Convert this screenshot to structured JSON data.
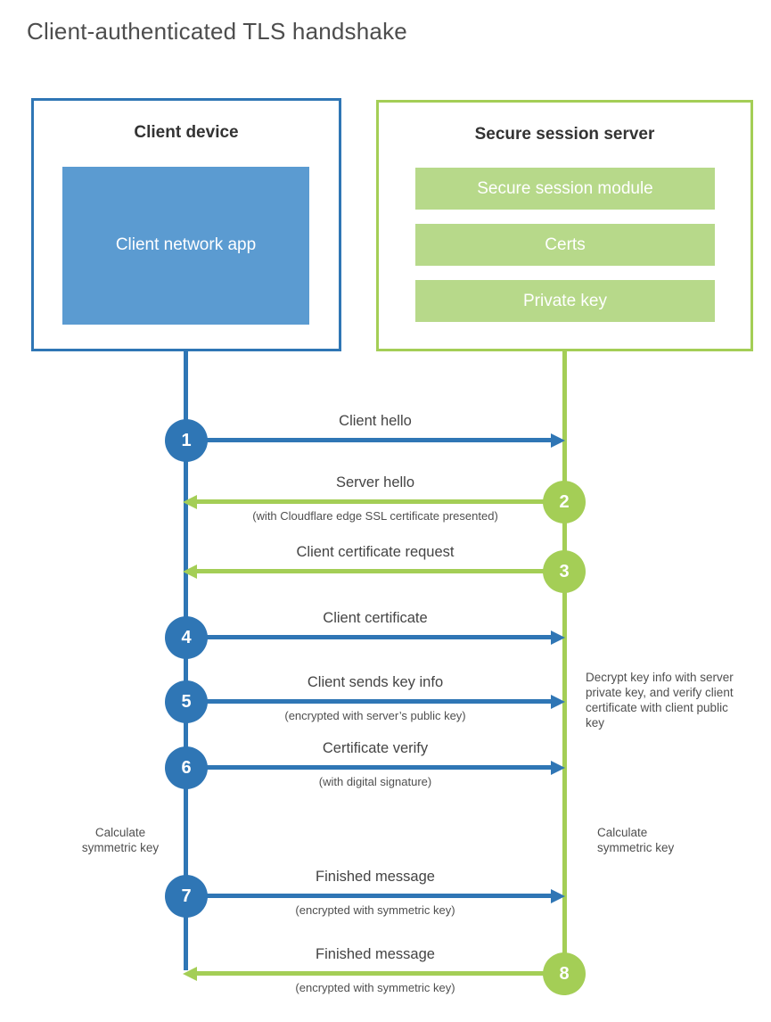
{
  "title": "Client-authenticated TLS handshake",
  "client": {
    "heading": "Client device",
    "app_label": "Client network app"
  },
  "server": {
    "heading": "Secure session server",
    "modules": [
      "Secure session module",
      "Certs",
      "Private key"
    ]
  },
  "steps": [
    {
      "num": "1",
      "from": "client",
      "to": "server",
      "direction": "right",
      "label": "Client hello",
      "sub": ""
    },
    {
      "num": "2",
      "from": "server",
      "to": "client",
      "direction": "left",
      "label": "Server hello",
      "sub": "(with Cloudflare edge SSL certificate presented)"
    },
    {
      "num": "3",
      "from": "server",
      "to": "client",
      "direction": "left",
      "label": "Client certificate request",
      "sub": ""
    },
    {
      "num": "4",
      "from": "client",
      "to": "server",
      "direction": "right",
      "label": "Client certificate",
      "sub": ""
    },
    {
      "num": "5",
      "from": "client",
      "to": "server",
      "direction": "right",
      "label": "Client sends key info",
      "sub": "(encrypted with server’s public key)"
    },
    {
      "num": "6",
      "from": "client",
      "to": "server",
      "direction": "right",
      "label": "Certificate verify",
      "sub": "(with digital signature)"
    },
    {
      "num": "7",
      "from": "client",
      "to": "server",
      "direction": "right",
      "label": "Finished message",
      "sub": "(encrypted with symmetric key)"
    },
    {
      "num": "8",
      "from": "server",
      "to": "client",
      "direction": "left",
      "label": "Finished message",
      "sub": "(encrypted with symmetric key)"
    }
  ],
  "annotations": {
    "decrypt_note": "Decrypt key info with server private key, and verify client certificate with client public key",
    "calc_symmetric_left": "Calculate symmetric key",
    "calc_symmetric_right": "Calculate symmetric key"
  },
  "colors": {
    "client_stroke": "#2f76b5",
    "client_fill": "#5b9bd1",
    "server_stroke": "#a4ce56",
    "server_fill": "#b7d98a"
  }
}
